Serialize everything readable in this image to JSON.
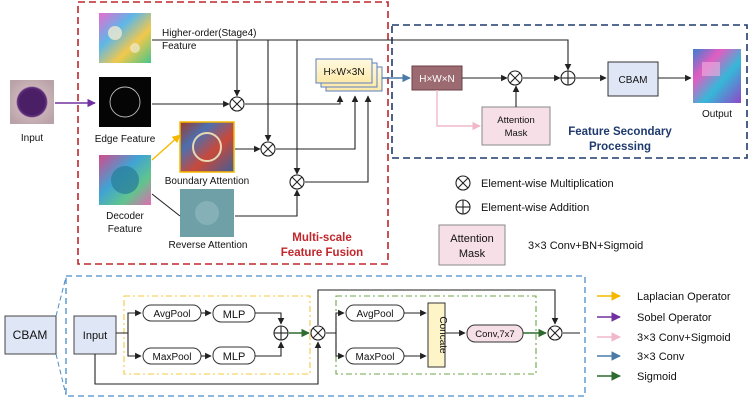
{
  "top": {
    "input_label": "Input",
    "higher_order_line1": "Higher-order(Stage4)",
    "higher_order_line2": "Feature",
    "edge_label": "Edge Feature",
    "decoder_line1": "Decoder",
    "decoder_line2": "Feature",
    "boundary_label": "Boundary Attention",
    "reverse_label": "Reverse Attention",
    "concat_label": "H×W×3N",
    "fusion_title_line1": "Multi-scale",
    "fusion_title_line2": "Feature Fusion",
    "hwn_label": "H×W×N",
    "attention_mask_line1": "Attention",
    "attention_mask_line2": "Mask",
    "cbam_label": "CBAM",
    "output_label": "Output",
    "secondary_title_line1": "Feature Secondary",
    "secondary_title_line2": "Processing"
  },
  "legend_top": {
    "multiply_label": "Element-wise Multiplication",
    "add_label": "Element-wise Addition",
    "mask_box_line1": "Attention",
    "mask_box_line2": "Mask",
    "mask_desc": "3×3 Conv+BN+Sigmoid"
  },
  "cbam_detail": {
    "cbam_label": "CBAM",
    "input_label": "Input",
    "avgpool1": "AvgPool",
    "maxpool1": "MaxPool",
    "mlp1": "MLP",
    "mlp2": "MLP",
    "avgpool2": "AvgPool",
    "maxpool2": "MaxPool",
    "concate_label": "Concate",
    "conv_label": "Conv,7x7"
  },
  "legend_arrows": [
    {
      "label": "Laplacian Operator",
      "color": "#f5b800"
    },
    {
      "label": "Sobel Operator",
      "color": "#7030a0"
    },
    {
      "label": "3×3 Conv+Sigmoid",
      "color": "#f0b8c8"
    },
    {
      "label": "3×3 Conv",
      "color": "#4a7ba7"
    },
    {
      "label": "Sigmoid",
      "color": "#2e6b2e"
    }
  ]
}
